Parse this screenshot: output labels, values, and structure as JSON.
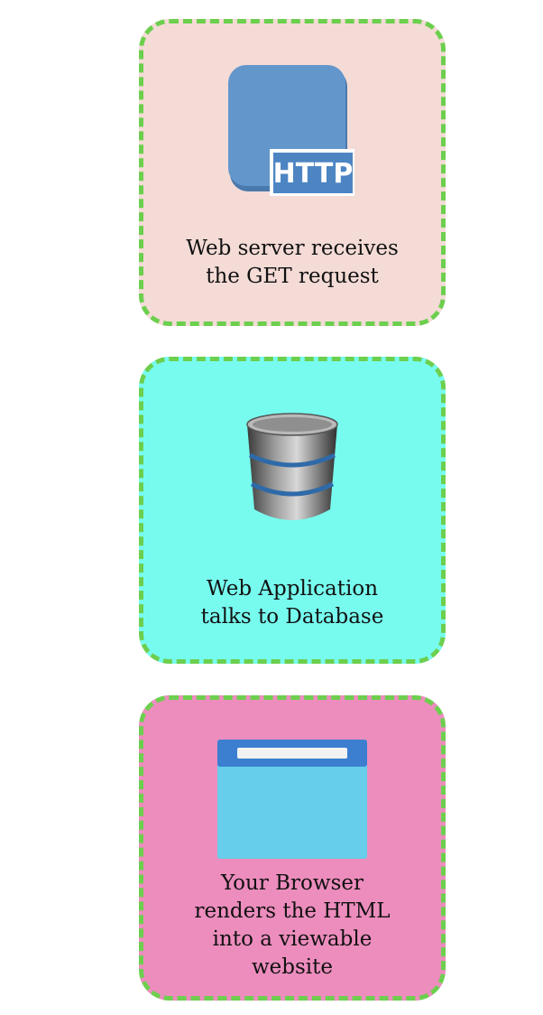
{
  "steps": [
    {
      "label": "Web server receives\nthe GET request",
      "icon": "http-server-icon",
      "color": "#f4dbd6"
    },
    {
      "label": "Web Application\ntalks to Database",
      "icon": "database-icon",
      "color": "#77fbef"
    },
    {
      "label": "Your Browser\nrenders the HTML\ninto a viewable\nwebsite",
      "icon": "browser-window-icon",
      "color": "#ec8dbd"
    }
  ],
  "http_badge": "HTTP",
  "border_color": "#6ccf4e"
}
